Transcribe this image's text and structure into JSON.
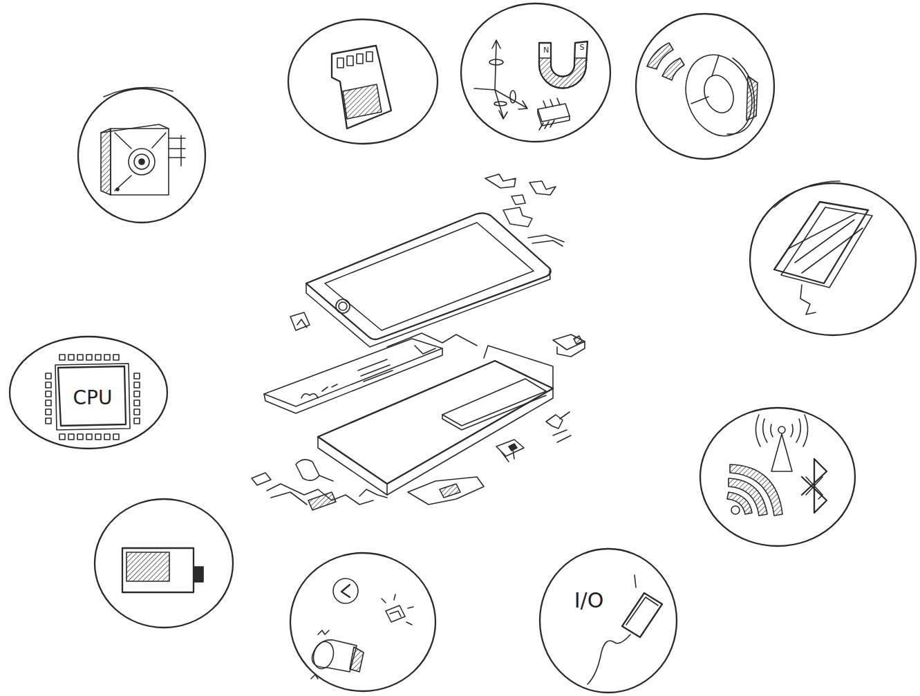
{
  "diagram": {
    "nodes": [
      {
        "text": [
          "CPU"
        ]
      },
      {
        "text": [
          "I/O"
        ]
      }
    ],
    "labels": [
      "N",
      "S"
    ]
  }
}
